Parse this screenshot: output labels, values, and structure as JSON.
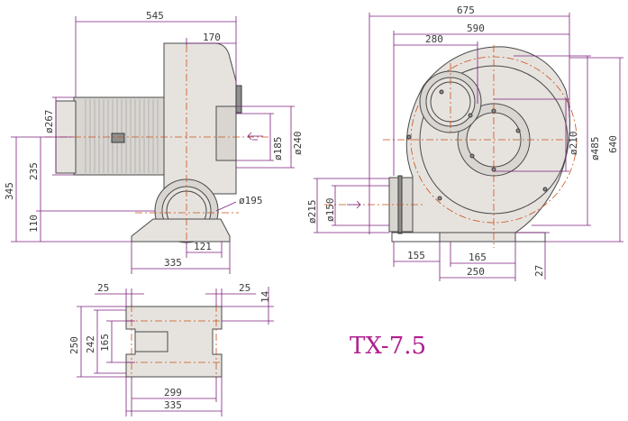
{
  "model": "TX-7.5",
  "colors": {
    "model_text": "#b0208f",
    "dimension_line": "#7d1f7d",
    "center_line": "#c9501a",
    "body_fill": "#d9d6d2"
  },
  "side_view": {
    "dims": {
      "overall_width": "545",
      "outlet_offset": "170",
      "motor_dia": "ø267",
      "outlet_dia": "ø185",
      "outlet_flange": "ø240",
      "inlet_dia": "ø195",
      "height_total": "345",
      "center_height": "235",
      "base_height": "110",
      "base_offset": "121",
      "base_width": "335"
    }
  },
  "front_view": {
    "dims": {
      "overall_width": "675",
      "width_590": "590",
      "width_280": "280",
      "inner_dia": "ø210",
      "casing_dia": "ø485",
      "overall_height": "640",
      "outlet_dia_215": "ø215",
      "outlet_dia_150": "ø150",
      "foot_155": "155",
      "foot_165": "165",
      "foot_250": "250",
      "foot_27": "27"
    }
  },
  "base_view": {
    "dims": {
      "left_25": "25",
      "right_25": "25",
      "right_14": "14",
      "height_250": "250",
      "height_242": "242",
      "height_165": "165",
      "width_299": "299",
      "width_335": "335"
    }
  }
}
